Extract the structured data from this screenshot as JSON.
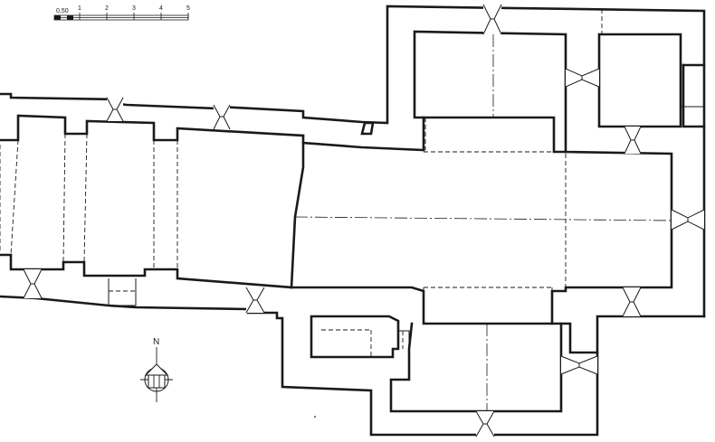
{
  "scale_bar": {
    "ticks": [
      "0,50",
      "1",
      "2",
      "3",
      "4",
      "5"
    ]
  },
  "north_arrow": {
    "label": "N"
  }
}
